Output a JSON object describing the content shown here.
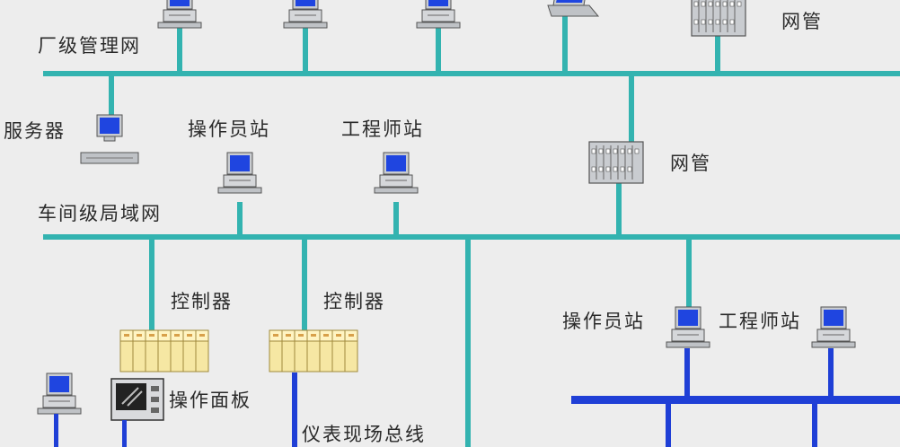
{
  "labels": {
    "plant_network": "厂级管理网",
    "network_mgmt_top": "网管",
    "server": "服务器",
    "operator_station_1": "操作员站",
    "engineer_station_1": "工程师站",
    "network_mgmt_mid": "网管",
    "workshop_lan": "车间级局域网",
    "controller_1": "控制器",
    "controller_2": "控制器",
    "operator_station_2": "操作员站",
    "engineer_station_2": "工程师站",
    "operation_panel": "操作面板",
    "fieldbus": "仪表现场总线"
  },
  "colors": {
    "background": "#ededed",
    "network_line": "#33b3b0",
    "fieldbus_line": "#1f3fd6",
    "screen": "#1f45e0",
    "controller_fill": "#f6e7a3",
    "rack_fill": "#c9ccd0",
    "label_text": "#2a2a2a"
  }
}
